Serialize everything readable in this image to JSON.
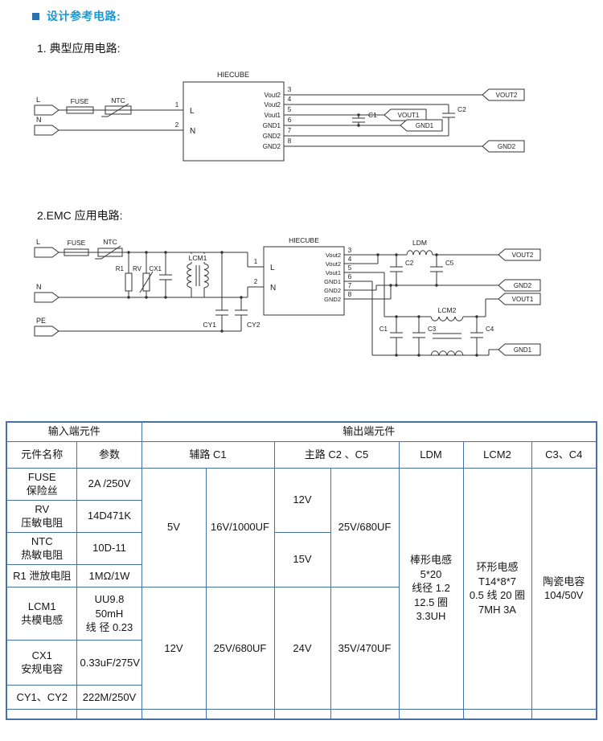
{
  "colors": {
    "accent_blue": "#189ad6",
    "bullet_blue": "#2d6fb0",
    "table_border": "#4472a8",
    "line": "#333333"
  },
  "header": {
    "title": "设计参考电路:"
  },
  "sections": {
    "s1": "1.  典型应用电路:",
    "s2": "2.EMC 应用电路:"
  },
  "circuit1": {
    "chip": "HIECUBE",
    "l": "L",
    "n": "N",
    "fuse": "FUSE",
    "ntc": "NTC",
    "pin1": "1",
    "pin2": "2",
    "pin3": "3",
    "pin4": "4",
    "pin5": "5",
    "pin6": "6",
    "pin7": "7",
    "pin8": "8",
    "in_l": "L",
    "in_n": "N",
    "r3": "Vout2",
    "r4": "Vout2",
    "r5": "Vout1",
    "r6": "GND1",
    "r7": "GND2",
    "r8": "GND2",
    "c1": "C1",
    "c2": "C2",
    "tag_vout1": "VOUT1",
    "tag_vout2": "VOUT2",
    "tag_gnd1": "GND1",
    "tag_gnd2": "GND2"
  },
  "circuit2": {
    "chip": "HIECUBE",
    "l": "L",
    "n": "N",
    "pe": "PE",
    "fuse": "FUSE",
    "ntc": "NTC",
    "r1": "R1",
    "rv": "RV",
    "cx1": "CX1",
    "lcm1": "LCM1",
    "cy1": "CY1",
    "cy2": "CY2",
    "pin1": "1",
    "pin2": "2",
    "pin3": "3",
    "pin4": "4",
    "pin5": "5",
    "pin6": "6",
    "pin7": "7",
    "pin8": "8",
    "in_l": "L",
    "in_n": "N",
    "r3": "Vout2",
    "r4": "Vout2",
    "r5": "Vout1",
    "r6": "GND1",
    "r7": "GND2",
    "r8": "GND2",
    "ldm": "LDM",
    "c2": "C2",
    "c5": "C5",
    "c1": "C1",
    "c3": "C3",
    "c4": "C4",
    "lcm2": "LCM2",
    "tag_vout2": "VOUT2",
    "tag_gnd2": "GND2",
    "tag_vout1": "VOUT1",
    "tag_gnd1": "GND1"
  },
  "table": {
    "h_input": "输入端元件",
    "h_output": "输出端元件",
    "c_name": "元件名称",
    "c_param": "参数",
    "c_aux": "辅路 C1",
    "c_main": "主路 C2 、C5",
    "c_ldm": "LDM",
    "c_lcm2": "LCM2",
    "c_c34": "C3、C4",
    "rows": [
      {
        "name": "FUSE\n保险丝",
        "param": "2A /250V"
      },
      {
        "name": "RV\n压敏电阻",
        "param": "14D471K"
      },
      {
        "name": "NTC\n热敏电阻",
        "param": "10D-11"
      },
      {
        "name": "R1  泄放电阻",
        "param": "1MΩ/1W"
      },
      {
        "name": "LCM1\n共模电感",
        "param": "UU9.8\n50mH\n线 径  0.23"
      },
      {
        "name": "CX1\n安规电容",
        "param": "0.33uF/275V"
      },
      {
        "name": "CY1、CY2",
        "param": "222M/250V"
      }
    ],
    "aux_v_top": "5V",
    "aux_c_top": "16V/1000UF",
    "main_v1": "12V",
    "main_v2": "15V",
    "main_c_top": "25V/680UF",
    "aux_v_bot": "12V",
    "aux_c_bot": "25V/680UF",
    "main_v_bot": "24V",
    "main_c_bot": "35V/470UF",
    "ldm": "棒形电感\n5*20\n线径  1.2\n12.5 圈\n3.3UH",
    "lcm2": "环形电感\nT14*8*7\n0.5 线 20 圈\n7MH 3A",
    "c34": "陶瓷电容\n104/50V"
  }
}
